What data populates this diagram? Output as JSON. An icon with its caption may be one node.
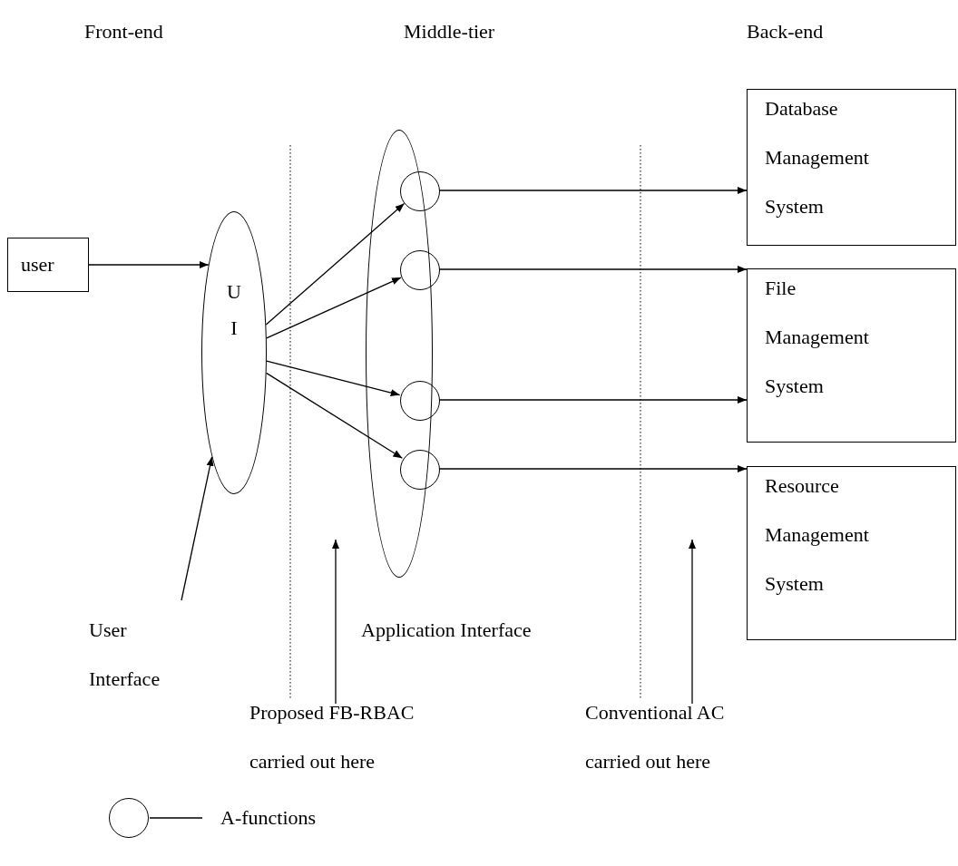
{
  "diagram": {
    "nodes": [
      {
        "text": [
          "user"
        ]
      },
      {
        "text": [
          "U I"
        ]
      },
      {
        "text": [
          "Application Interface"
        ]
      },
      {
        "text": [],
        "shape": "circle",
        "in": 2
      },
      {
        "text": [],
        "shape": "circle",
        "in": 2
      },
      {
        "text": [],
        "shape": "circle",
        "in": 2
      },
      {
        "text": [],
        "shape": "circle",
        "in": 2
      },
      {
        "text": [
          "Database Management System"
        ]
      },
      {
        "text": [
          "File Management System"
        ]
      },
      {
        "text": [
          "Resource Management System"
        ]
      },
      {
        "text": [
          "User Interface"
        ]
      },
      {
        "text": [
          "Proposed FB-RBAC carried out here"
        ]
      },
      {
        "text": [
          "Conventional AC carried out here"
        ]
      }
    ],
    "edges": [
      {
        "from": 0,
        "to": 1,
        "arrow": "to"
      },
      {
        "from": 1,
        "to": 3,
        "arrow": "to"
      },
      {
        "from": 1,
        "to": 4,
        "arrow": "to"
      },
      {
        "from": 1,
        "to": 5,
        "arrow": "to"
      },
      {
        "from": 1,
        "to": 6,
        "arrow": "to"
      },
      {
        "from": 3,
        "to": 7,
        "arrow": "to"
      },
      {
        "from": 4,
        "to": 8,
        "arrow": "to"
      },
      {
        "from": 5,
        "to": 8,
        "arrow": "to"
      },
      {
        "from": 6,
        "to": 9,
        "arrow": "to"
      },
      {
        "from": 10,
        "to": 1,
        "arrow": "to"
      },
      {
        "from": 11,
        "to": null,
        "arrow": "to"
      },
      {
        "from": 12,
        "to": null,
        "arrow": "to"
      }
    ],
    "labels": [
      "Front-end",
      "Middle-tier",
      "Back-end"
    ],
    "legend": [
      {
        "text": "A-functions"
      }
    ]
  }
}
